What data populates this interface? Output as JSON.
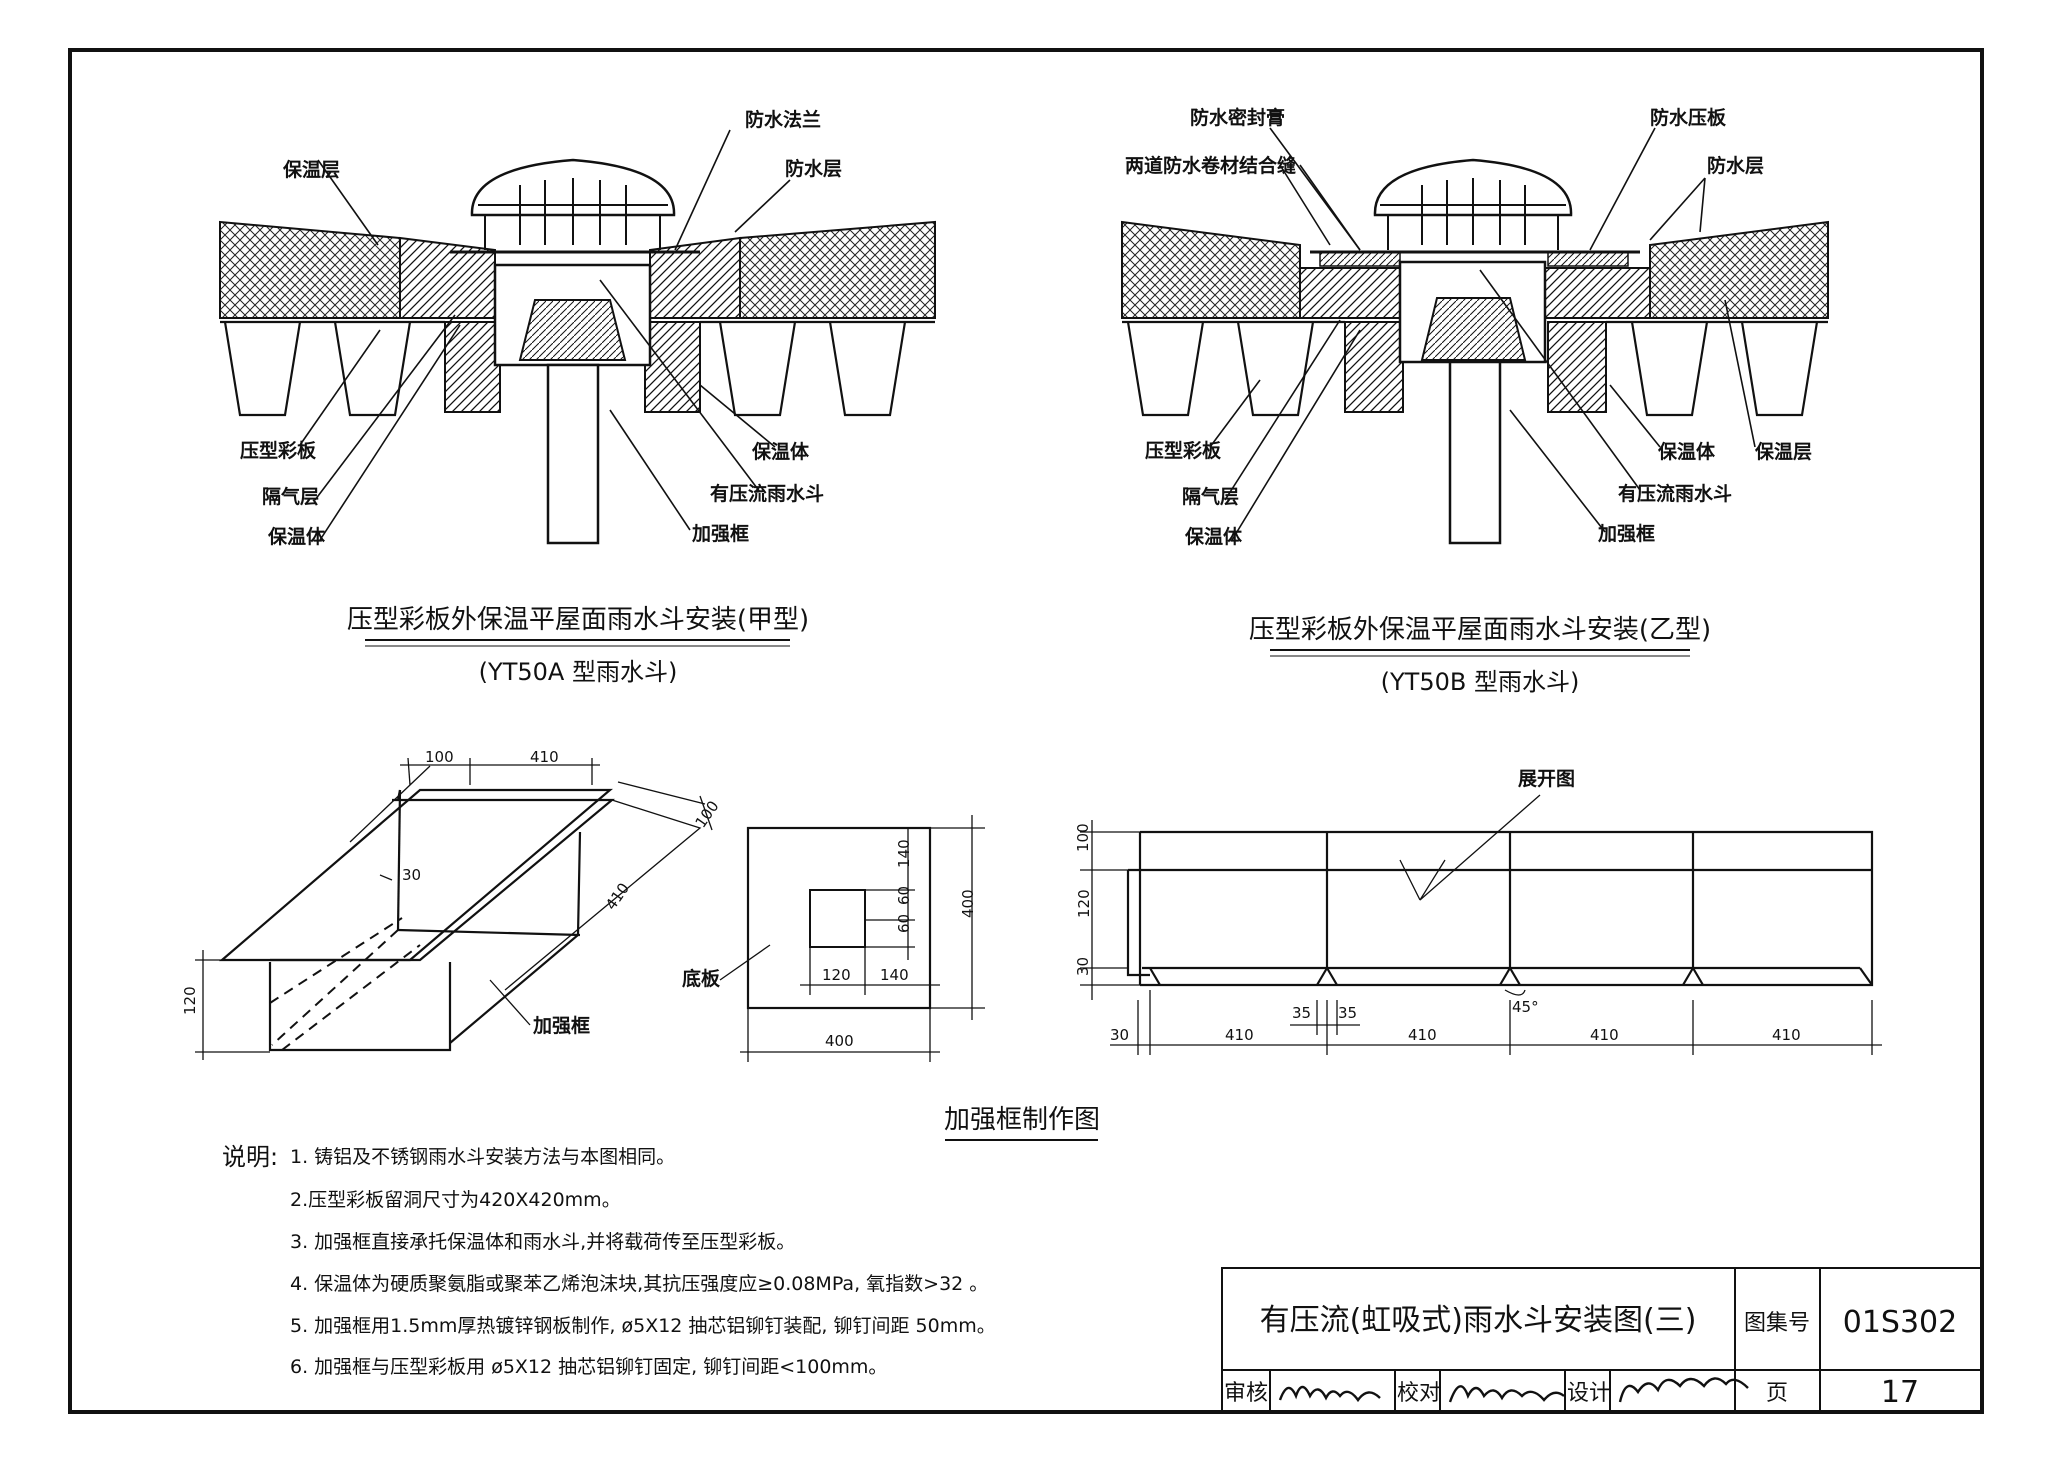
{
  "diagram_a": {
    "labels": {
      "flange": "防水法兰",
      "insulation_layer": "保温层",
      "waterproof_layer": "防水层",
      "steel_deck": "压型彩板",
      "vapor_barrier": "隔气层",
      "insulation_block": "保温体",
      "insulation_block_right": "保温体",
      "drain": "有压流雨水斗",
      "frame": "加强框"
    },
    "title": "压型彩板外保温平屋面雨水斗安装(甲型)",
    "subtitle": "(YT50A 型雨水斗)"
  },
  "diagram_b": {
    "labels": {
      "sealant": "防水密封膏",
      "two_layer_seam": "两道防水卷材结合缝",
      "pressure_plate": "防水压板",
      "waterproof_layer": "防水层",
      "steel_deck": "压型彩板",
      "vapor_barrier": "隔气层",
      "insulation_block": "保温体",
      "insulation_block_right": "保温体",
      "insulation_layer": "保温层",
      "drain": "有压流雨水斗",
      "frame": "加强框"
    },
    "title": "压型彩板外保温平屋面雨水斗安装(乙型)",
    "subtitle": "(YT50B 型雨水斗)"
  },
  "frame_drawing": {
    "iso": {
      "dim_100_top": "100",
      "dim_410_top": "410",
      "dim_100_right": "100",
      "dim_410_right": "410",
      "dim_30": "30",
      "dim_120": "120",
      "label_frame": "加强框"
    },
    "base": {
      "label": "底板",
      "dim_140_v": "140",
      "dim_60_a": "60",
      "dim_60_b": "60",
      "dim_400_v": "400",
      "dim_120_h": "120",
      "dim_140_h": "140",
      "dim_400_h": "400"
    },
    "unfold": {
      "label": "展开图",
      "dim_100": "100",
      "dim_120": "120",
      "dim_30_v": "30",
      "dim_35_a": "35",
      "dim_35_b": "35",
      "angle": "45°",
      "dim_30_h": "30",
      "seg1": "410",
      "seg2": "410",
      "seg3": "410",
      "seg4": "410"
    },
    "title": "加强框制作图"
  },
  "notes": {
    "heading": "说明:",
    "items": [
      "1. 铸铝及不锈钢雨水斗安装方法与本图相同。",
      "2.压型彩板留洞尺寸为420X420mm。",
      "3. 加强框直接承托保温体和雨水斗,并将载荷传至压型彩板。",
      "4. 保温体为硬质聚氨脂或聚苯乙烯泡沫块,其抗压强度应≥0.08MPa, 氧指数>32 。",
      "5. 加强框用1.5mm厚热镀锌钢板制作, ø5X12 抽芯铝铆钉装配, 铆钉间距 50mm。",
      "6. 加强框与压型彩板用 ø5X12 抽芯铝铆钉固定, 铆钉间距<100mm。"
    ]
  },
  "title_block": {
    "drawing_title": "有压流(虹吸式)雨水斗安装图(三)",
    "atlas_label": "图集号",
    "atlas_no": "01S302",
    "review_label": "审核",
    "check_label": "校对",
    "design_label": "设计",
    "page_label": "页",
    "page_no": "17"
  }
}
